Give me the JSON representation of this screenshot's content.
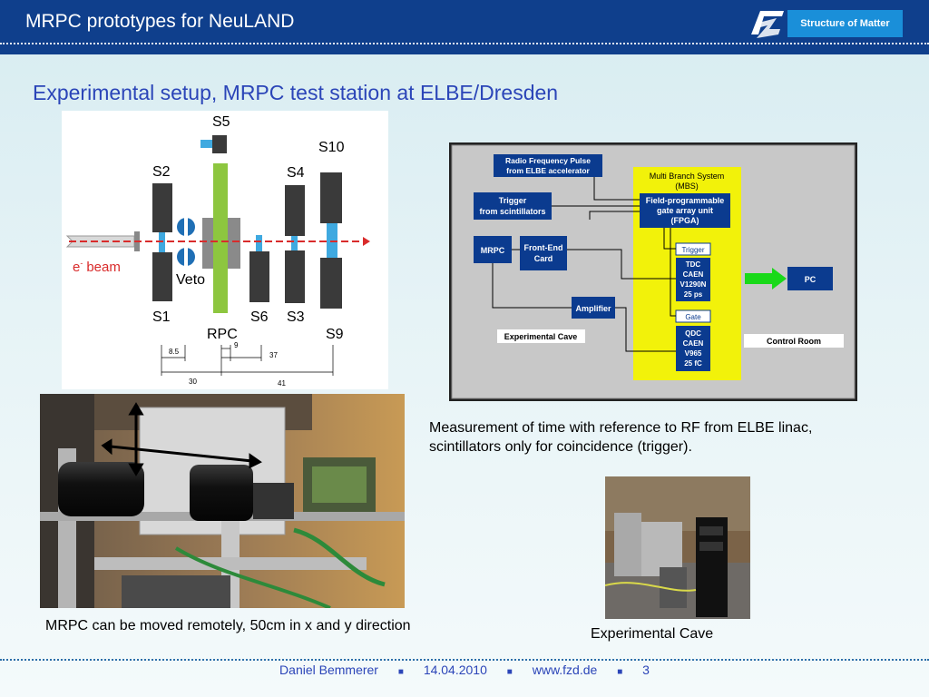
{
  "header": {
    "title": "MRPC prototypes for NeuLAND",
    "logo_icon": "fzd-logo-icon",
    "badge": "Structure of Matter"
  },
  "slide": {
    "title": "Experimental setup, MRPC test station at ELBE/Dresden"
  },
  "setup_diagram": {
    "labels": {
      "s5": "S5",
      "s10": "S10",
      "s2": "S2",
      "s4": "S4",
      "s1": "S1",
      "s6": "S6",
      "s3": "S3",
      "s9": "S9",
      "rpc": "RPC",
      "veto": "Veto",
      "beam": "beam",
      "beam_e": "e",
      "beam_sup": "-"
    },
    "dimensions": {
      "d85": "8.5",
      "d9": "9",
      "d37": "37",
      "d30": "30",
      "d41": "41"
    }
  },
  "daq_diagram": {
    "rf": [
      "Radio Frequency Pulse",
      "from  ELBE accelerator"
    ],
    "trigger": [
      "Trigger",
      "from scintillators"
    ],
    "mrpc": "MRPC",
    "frontend": [
      "Front-End",
      "Card"
    ],
    "amplifier": "Amplifier",
    "cave": "Experimental Cave",
    "mbs": [
      "Multi Branch System",
      "(MBS)"
    ],
    "fpga": [
      "Field-programmable",
      "gate array unit",
      "(FPGA)"
    ],
    "trigger_small": "Trigger",
    "tdc": [
      "TDC",
      "CAEN",
      "V1290N",
      "25 ps"
    ],
    "gate": "Gate",
    "qdc": [
      "QDC",
      "CAEN",
      "V965",
      "25 fC"
    ],
    "pc": "PC",
    "control": "Control Room"
  },
  "captions": {
    "measurement": "Measurement of time with reference to RF from ELBE linac, scintillators only for coincidence (trigger).",
    "mrpc_move": "MRPC can be moved remotely, 50cm in x and y direction",
    "cave": "Experimental Cave"
  },
  "footer": {
    "author": "Daniel Bemmerer",
    "sep": "■",
    "date": "14.04.2010",
    "url": "www.fzd.de",
    "page": "3"
  },
  "colors": {
    "header_bg": "#0f3f8c",
    "title_blue": "#2b45b8",
    "daq_box_blue": "#0b3b8f",
    "mbs_yellow": "#f2f20a",
    "rpc_green": "#8dc63f",
    "arrow_green": "#19d919"
  }
}
